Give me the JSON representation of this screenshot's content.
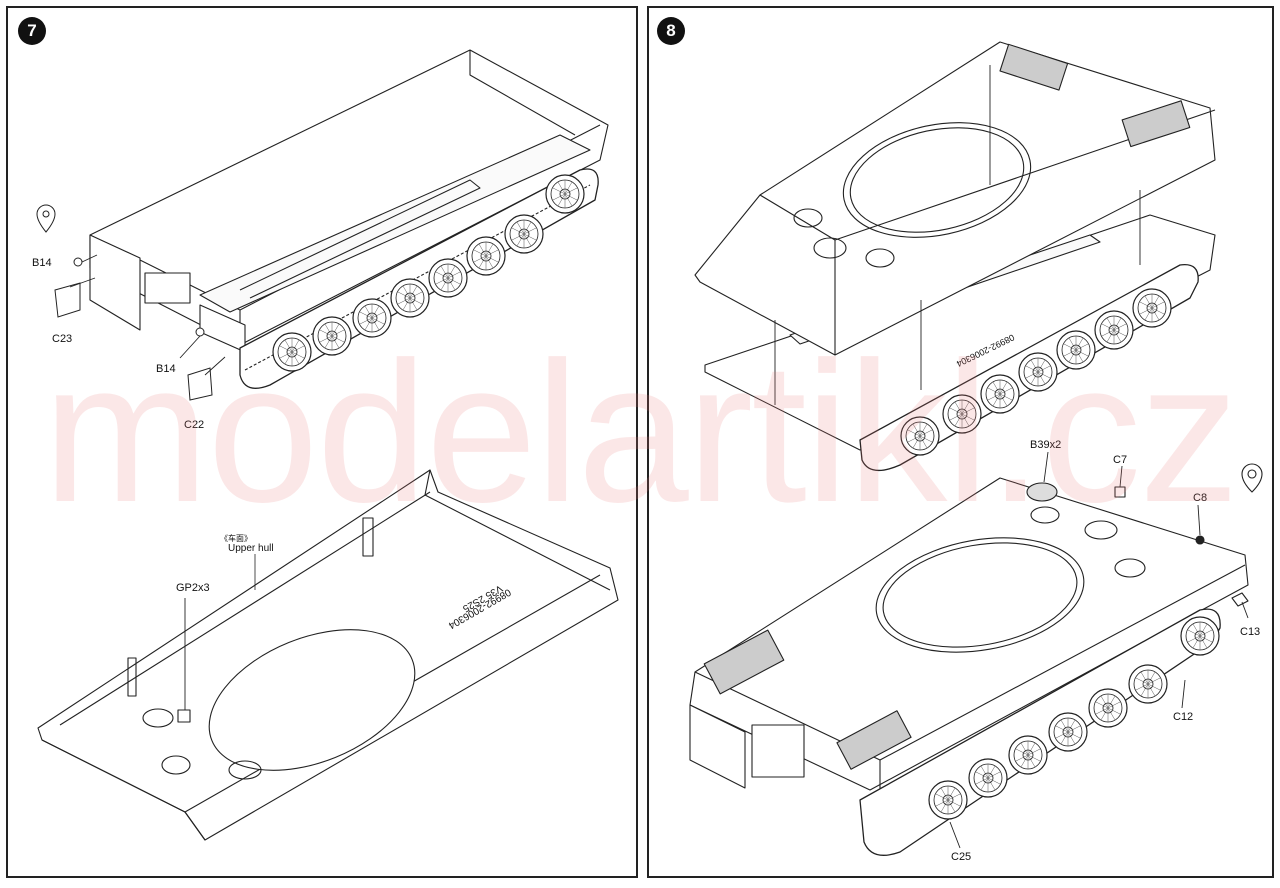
{
  "watermark": "modelartikl.cz",
  "step7": {
    "number": "7",
    "labels": {
      "b14_top": "B14",
      "c23": "C23",
      "b14_bottom": "B14",
      "c22": "C22",
      "upper_hull_cn": "《车面》",
      "upper_hull": "Upper hull",
      "gp": "GP2x3",
      "hull_marking_1": "V35  2S25",
      "hull_marking_2": "08992-2006304"
    }
  },
  "step8": {
    "number": "8",
    "labels": {
      "b39": "B39x2",
      "c7": "C7",
      "c8": "C8",
      "c13": "C13",
      "c12": "C12",
      "c25": "C25",
      "hull_marking": "08992-2006304"
    }
  }
}
